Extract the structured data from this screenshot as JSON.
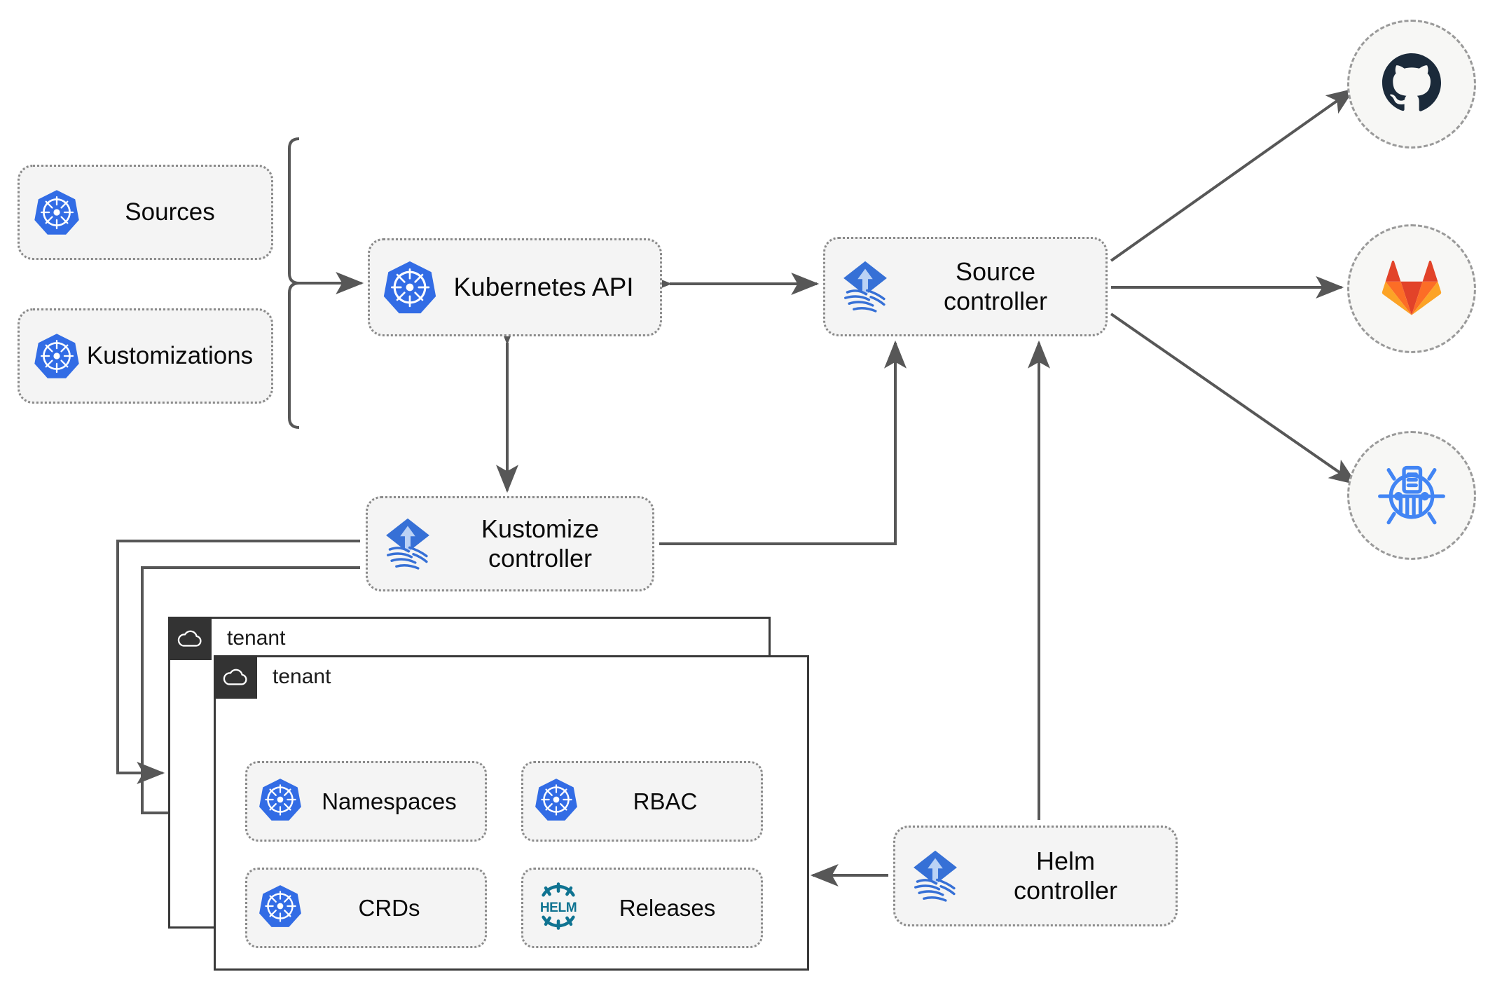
{
  "diagram": {
    "title": "Flux GitOps toolkit architecture",
    "colors": {
      "kubernetes_blue": "#326CE5",
      "flux_blue": "#3670D6",
      "helm_teal": "#0F7391",
      "github_navy": "#1B2A3A",
      "gitlab_orange": "#E24329",
      "gitlab_amber": "#FCA326",
      "bucket_blue": "#4285F4",
      "node_fill": "#F4F4F4",
      "node_border": "#8A8A8A",
      "wire": "#575757",
      "tenant_header": "#333333"
    }
  },
  "inputs": [
    {
      "id": "sources",
      "label": "Sources",
      "icon": "kubernetes-icon"
    },
    {
      "id": "kustomizations",
      "label": "Kustomizations",
      "icon": "kubernetes-icon"
    }
  ],
  "controllers": {
    "kubernetes_api": {
      "label": "Kubernetes API",
      "icon": "kubernetes-icon"
    },
    "source": {
      "label": "Source\ncontroller",
      "icon": "flux-icon"
    },
    "kustomize": {
      "label": "Kustomize\ncontroller",
      "icon": "flux-icon"
    },
    "helm": {
      "label": "Helm\ncontroller",
      "icon": "flux-icon"
    }
  },
  "providers": [
    {
      "id": "github",
      "label": "github-icon",
      "icon": "github-icon"
    },
    {
      "id": "gitlab",
      "label": "gitlab-icon",
      "icon": "gitlab-icon"
    },
    {
      "id": "bucket",
      "label": "bucket-icon",
      "icon": "bucket-icon"
    }
  ],
  "tenants": [
    {
      "id": "tenant-outer",
      "label": "tenant",
      "icon": "cloud-icon"
    },
    {
      "id": "tenant-inner",
      "label": "tenant",
      "icon": "cloud-icon"
    }
  ],
  "tenant_resources": [
    {
      "id": "namespaces",
      "label": "Namespaces",
      "icon": "kubernetes-icon"
    },
    {
      "id": "rbac",
      "label": "RBAC",
      "icon": "kubernetes-icon"
    },
    {
      "id": "crds",
      "label": "CRDs",
      "icon": "kubernetes-icon"
    },
    {
      "id": "releases",
      "label": "Releases",
      "icon": "helm-icon"
    }
  ],
  "edges": [
    {
      "from": "sources-kustomizations-bracket",
      "to": "kubernetes_api",
      "style": "arrow"
    },
    {
      "from": "kubernetes_api",
      "to": "source_controller",
      "style": "bidirectional-arrow"
    },
    {
      "from": "kubernetes_api",
      "to": "kustomize_controller",
      "style": "bidirectional-arrow"
    },
    {
      "from": "kustomize_controller",
      "to": "source_controller",
      "style": "arrow"
    },
    {
      "from": "helm_controller",
      "to": "source_controller",
      "style": "arrow"
    },
    {
      "from": "source_controller",
      "to": "github",
      "style": "arrow"
    },
    {
      "from": "source_controller",
      "to": "gitlab",
      "style": "arrow"
    },
    {
      "from": "source_controller",
      "to": "bucket",
      "style": "arrow"
    },
    {
      "from": "kustomize_controller",
      "to": "tenant-outer",
      "style": "arrow"
    },
    {
      "from": "kustomize_controller",
      "to": "tenant-inner",
      "style": "arrow"
    },
    {
      "from": "helm_controller",
      "to": "releases",
      "style": "arrow"
    }
  ]
}
